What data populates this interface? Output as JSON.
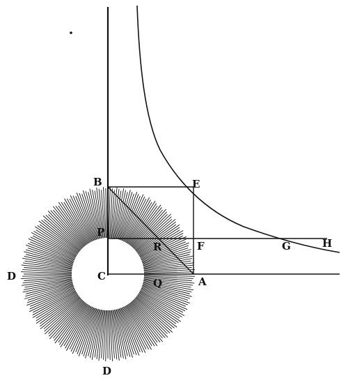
{
  "figure": {
    "ink_color": "#111111",
    "background": "#ffffff",
    "labels": {
      "B": "B",
      "E": "E",
      "P": "P",
      "R": "R",
      "F": "F",
      "G": "G",
      "H": "H",
      "D_left": "D",
      "C": "C",
      "Q": "Q",
      "A": "A",
      "D_bottom": "D"
    }
  }
}
